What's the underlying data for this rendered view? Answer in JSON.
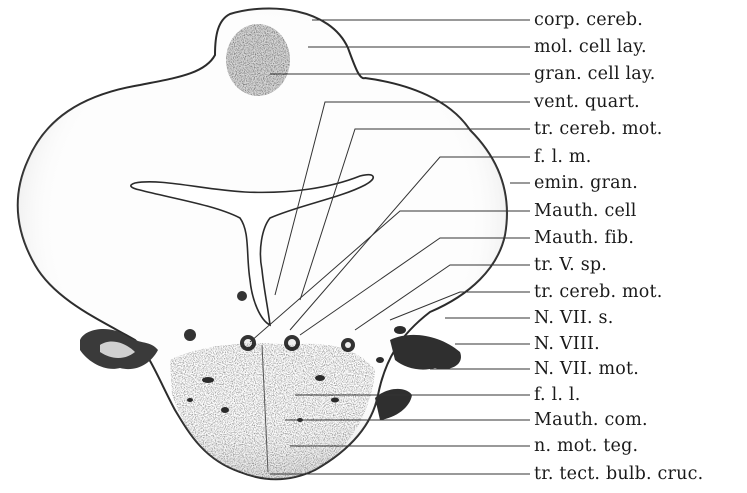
{
  "figure": {
    "labels": [
      {
        "id": "corp-cereb",
        "text": "corp. cereb."
      },
      {
        "id": "mol-cell-lay",
        "text": "mol. cell lay."
      },
      {
        "id": "gran-cell-lay",
        "text": "gran. cell lay."
      },
      {
        "id": "vent-quart",
        "text": "vent. quart."
      },
      {
        "id": "tr-cereb-mot-1",
        "text": "tr. cereb. mot."
      },
      {
        "id": "f-l-m",
        "text": "f. l. m."
      },
      {
        "id": "emin-gran",
        "text": "emin. gran."
      },
      {
        "id": "mauth-cell",
        "text": "Mauth. cell"
      },
      {
        "id": "mauth-fib",
        "text": "Mauth. fib."
      },
      {
        "id": "tr-v-sp",
        "text": "tr. V. sp."
      },
      {
        "id": "tr-cereb-mot-2",
        "text": "tr. cereb. mot."
      },
      {
        "id": "n-vii-s",
        "text": "N. VII. s."
      },
      {
        "id": "n-viii",
        "text": "N. VIII."
      },
      {
        "id": "n-vii-mot",
        "text": "N. VII. mot."
      },
      {
        "id": "f-l-l",
        "text": "f. l. l."
      },
      {
        "id": "mauth-com",
        "text": "Mauth. com."
      },
      {
        "id": "n-mot-teg",
        "text": "n. mot. teg."
      },
      {
        "id": "tr-tect-bulb-cruc",
        "text": "tr. tect. bulb. cruc."
      }
    ]
  }
}
